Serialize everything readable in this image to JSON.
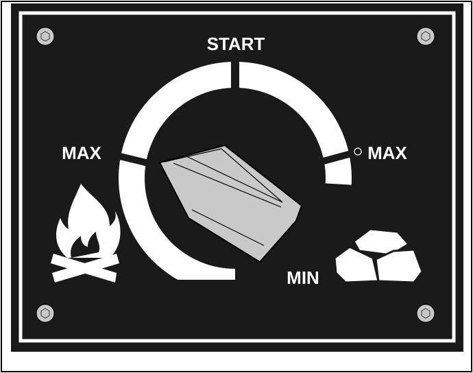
{
  "labels": {
    "top": "START",
    "left": "MAX",
    "right": "MAX",
    "bottom": "MIN"
  },
  "icons": {
    "fire": "campfire-icon",
    "coal": "coal-lumps-icon",
    "screw": "screw-icon",
    "knob": "rotary-knob"
  },
  "colors": {
    "panel": "#1a1a1a",
    "border": "#ffffff",
    "screw": "#c8c8c8",
    "knob": "#c9c9c9",
    "background": "#ffffff"
  }
}
